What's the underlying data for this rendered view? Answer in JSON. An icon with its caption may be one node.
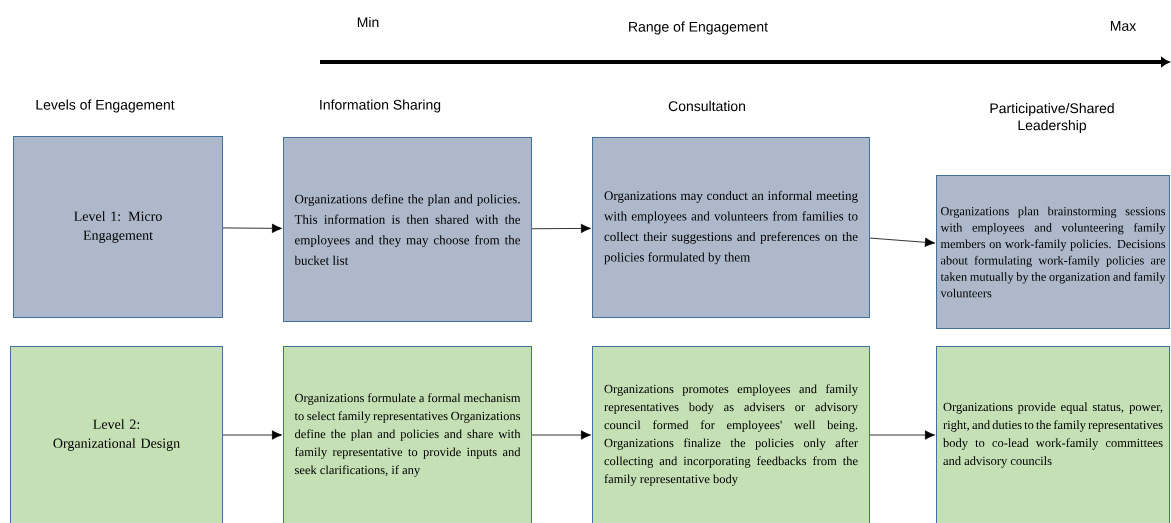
{
  "diagram": {
    "nodes": [
      {
        "text": [
          "Level 1: Micro Engagement"
        ]
      },
      {
        "text": [
          "Organizations define the plan and policies. This information is then shared with the employees and they may choose from the bucket list"
        ]
      },
      {
        "text": [
          "Organizations may conduct an informal meeting with employees and volunteers from families to collect their suggestions and preferences on the policies formulated by them"
        ]
      },
      {
        "text": [
          "Organizations plan brainstorming sessions with employees and volunteering family members on work-family policies. Decisions about formulating work-family policies are taken mutually by the organization and family volunteers"
        ]
      },
      {
        "text": [
          "Level 2: Organizational Design"
        ]
      },
      {
        "text": [
          "Organizations formulate a formal mechanism to select family representatives Organizations define the plan and policies and share with family representative to provide inputs and seek clarifications, if any"
        ]
      },
      {
        "text": [
          "Organizations promotes employees and family representatives body as advisers or advisory council formed for employees' well being. Organizations finalize the policies only after collecting and incorporating feedbacks from the family representative body"
        ]
      },
      {
        "text": [
          "Organizations provide equal status, power, right, and duties to the family representatives body to co-lead work-family committees and advisory councils"
        ]
      }
    ],
    "edges": [
      {
        "from": 0,
        "to": 1,
        "arrow": "to"
      },
      {
        "from": 1,
        "to": 2,
        "arrow": "to"
      },
      {
        "from": 2,
        "to": 3,
        "arrow": "to"
      },
      {
        "from": 4,
        "to": 5,
        "arrow": "to"
      },
      {
        "from": 5,
        "to": 6,
        "arrow": "to"
      },
      {
        "from": 6,
        "to": 7,
        "arrow": "to"
      }
    ],
    "labels": [
      "Min",
      "Range of Engagement",
      "Max",
      "Levels of Engagement",
      "Information Sharing",
      "Consultation",
      "Participative/Shared Leadership"
    ]
  }
}
